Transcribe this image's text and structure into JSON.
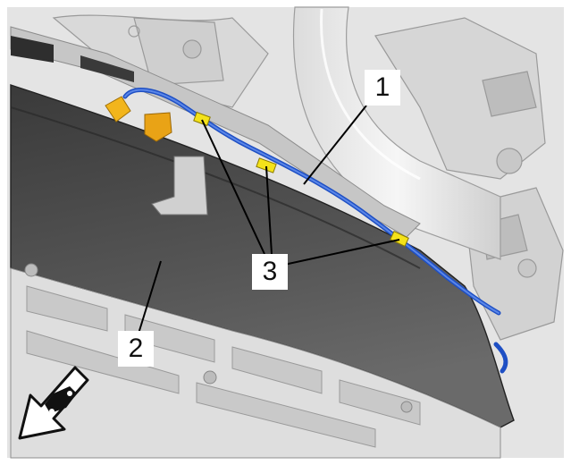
{
  "callouts": [
    {
      "id": "1",
      "label": "1"
    },
    {
      "id": "2",
      "label": "2"
    },
    {
      "id": "3",
      "label": "3"
    }
  ],
  "icons": {
    "direction": "front-of-vehicle-arrow-icon"
  },
  "colors": {
    "harness": "#1e4fc4",
    "harness_light": "#5a86e8",
    "connector": "#f2b51c",
    "clip": "#f4e21a",
    "bumper_bar": "#4a4a4a",
    "lines": "#000000"
  }
}
